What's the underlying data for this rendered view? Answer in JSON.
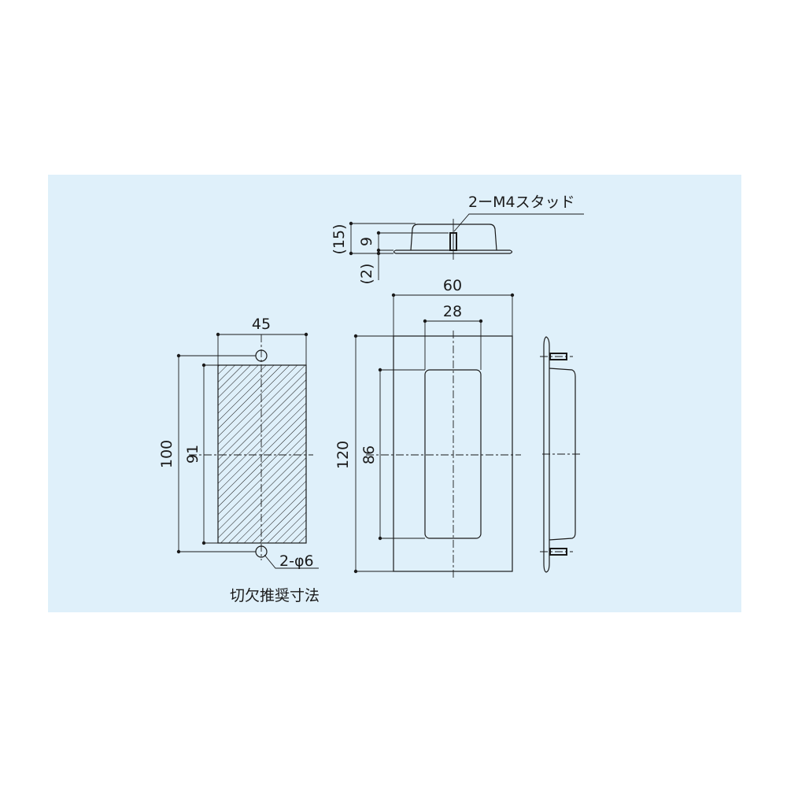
{
  "colors": {
    "panel": "#dff0fa",
    "line": "#1a1a1a"
  },
  "top_view": {
    "stud_label": "2ーM4スタッド",
    "dim_total": "(15)",
    "dim_height": "9",
    "dim_flange": "(2)"
  },
  "front_view": {
    "dim_width": "60",
    "dim_recess_width": "28",
    "dim_height": "120",
    "dim_recess_height": "86"
  },
  "cutout": {
    "dim_width": "45",
    "dim_hole_pitch": "100",
    "dim_height": "91",
    "hole_label": "2-φ6",
    "caption": "切欠推奨寸法"
  }
}
